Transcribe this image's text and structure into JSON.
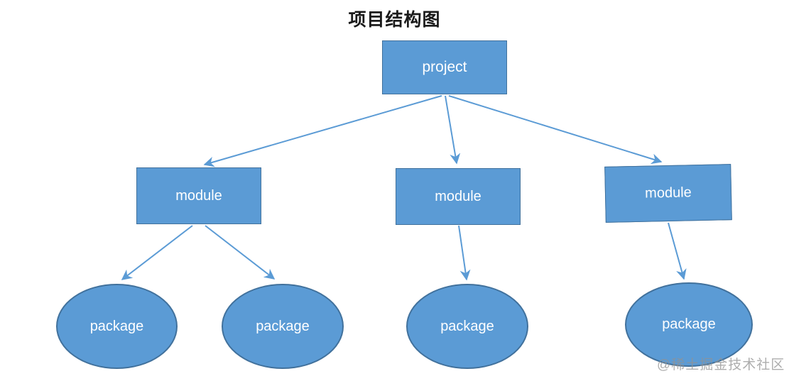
{
  "title": "项目结构图",
  "watermark": "@稀土掘金技术社区",
  "nodes": {
    "project": {
      "label": "project",
      "shape": "rectangle"
    },
    "modules": [
      {
        "label": "module",
        "shape": "rectangle"
      },
      {
        "label": "module",
        "shape": "rectangle"
      },
      {
        "label": "module",
        "shape": "rectangle"
      }
    ],
    "packages": [
      {
        "label": "package",
        "shape": "ellipse"
      },
      {
        "label": "package",
        "shape": "ellipse"
      },
      {
        "label": "package",
        "shape": "ellipse"
      },
      {
        "label": "package",
        "shape": "ellipse"
      }
    ]
  },
  "edges": [
    {
      "from": "project",
      "to": "module-1"
    },
    {
      "from": "project",
      "to": "module-2"
    },
    {
      "from": "project",
      "to": "module-3"
    },
    {
      "from": "module-1",
      "to": "package-1"
    },
    {
      "from": "module-1",
      "to": "package-2"
    },
    {
      "from": "module-2",
      "to": "package-3"
    },
    {
      "from": "module-3",
      "to": "package-4"
    }
  ],
  "colors": {
    "node_fill": "#5b9bd5",
    "node_border": "#41719c",
    "arrow": "#5b9bd5",
    "label_text": "#ffffff",
    "title_text": "#1a1a1a",
    "watermark_text": "#919191"
  }
}
